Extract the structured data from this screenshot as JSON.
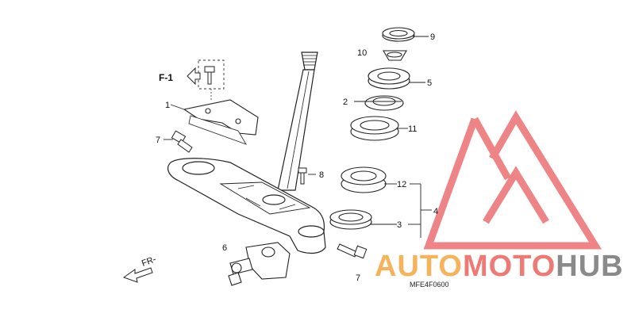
{
  "diagram": {
    "ref": "F-1",
    "front_label": "FR-",
    "code": "MFE4F0600",
    "callouts": [
      "1",
      "2",
      "3",
      "4",
      "5",
      "6",
      "7",
      "7",
      "8",
      "9",
      "10",
      "11",
      "12"
    ]
  },
  "watermark": {
    "part1": "AUTO",
    "part2": "MOTO",
    "part3": "HUB",
    "colors": {
      "triangle": "#ec6f72",
      "orange": "#f6b35c",
      "red": "#ee7a76",
      "grey": "#8a8a8a"
    }
  }
}
